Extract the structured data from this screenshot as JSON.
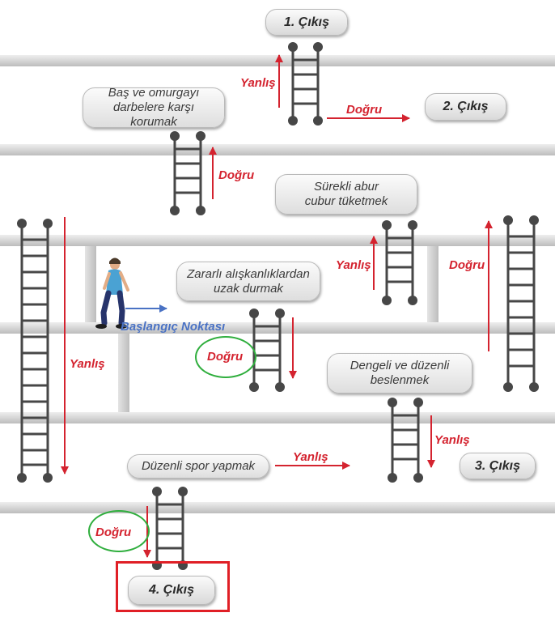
{
  "exits": {
    "exit1": "1. Çıkış",
    "exit2": "2. Çıkış",
    "exit3": "3. Çıkış",
    "exit4": "4. Çıkış"
  },
  "options": {
    "protect_head_1": "Baş ve omurgayı",
    "protect_head_2": "darbelere karşı korumak",
    "junk_food_1": "Sürekli abur",
    "junk_food_2": "cubur tüketmek",
    "bad_habits_1": "Zararlı alışkanlıklardan",
    "bad_habits_2": "uzak durmak",
    "balanced_diet_1": "Dengeli ve düzenli",
    "balanced_diet_2": "beslenmek",
    "sport": "Düzenli spor yapmak"
  },
  "path_labels": {
    "wrong": "Yanlış",
    "correct": "Doğru"
  },
  "start_label": "Başlangıç Noktası",
  "colors": {
    "arrow_red": "#d4232f",
    "start_blue": "#4a72c4",
    "circle_green": "#2fae3d",
    "highlight_red": "#e01f26"
  }
}
